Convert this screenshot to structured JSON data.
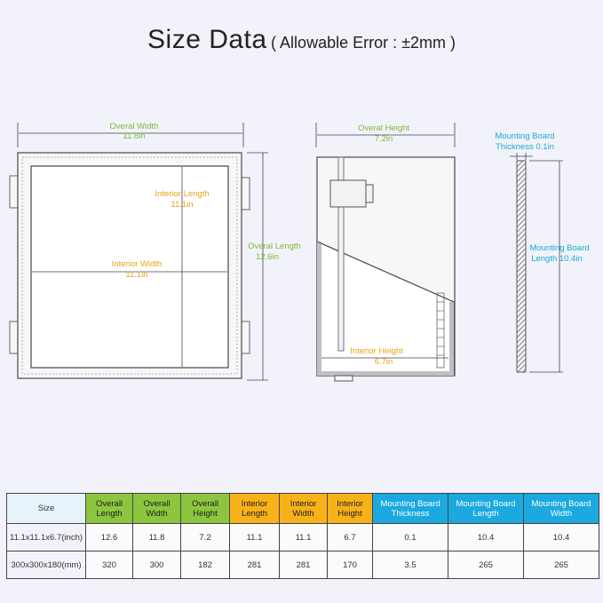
{
  "title": {
    "main": "Size Data",
    "sub": "( Allowable Error : ±2mm )"
  },
  "colors": {
    "overall": "#8cc63f",
    "interior": "#f7b21a",
    "mounting": "#1ba9df"
  },
  "diagram": {
    "front": {
      "overall_width_label": "Overal Width",
      "overall_width_value": "11.8in",
      "overall_length_label": "Overal Length",
      "overall_length_value": "12.6in",
      "interior_length_label": "Interior Length",
      "interior_length_value": "11.1in",
      "interior_width_label": "Interior Width",
      "interior_width_value": "11.1in"
    },
    "side": {
      "overall_height_label": "Overal Height",
      "overall_height_value": "7.2in",
      "interior_height_label": "Interior Height",
      "interior_height_value": "6.7in"
    },
    "board": {
      "thickness_label": "Mounting Board",
      "thickness_label2": "Thickness 0.1in",
      "length_label": "Mounting Board",
      "length_label2": "Length 10.4in"
    }
  },
  "table": {
    "size_header": "Size",
    "headers": [
      {
        "line1": "Overall",
        "line2": "Length",
        "group": "overall"
      },
      {
        "line1": "Overall",
        "line2": "Width",
        "group": "overall"
      },
      {
        "line1": "Overall",
        "line2": "Height",
        "group": "overall"
      },
      {
        "line1": "Interior",
        "line2": "Length",
        "group": "interior"
      },
      {
        "line1": "Interior",
        "line2": "Width",
        "group": "interior"
      },
      {
        "line1": "Interior",
        "line2": "Height",
        "group": "interior"
      },
      {
        "line1": "Mounting Board",
        "line2": "Thickness",
        "group": "mounting"
      },
      {
        "line1": "Mounting Board",
        "line2": "Length",
        "group": "mounting"
      },
      {
        "line1": "Mounting Board",
        "line2": "Width",
        "group": "mounting"
      }
    ],
    "rows": [
      {
        "label": "11.1x11.1x6.7(inch)",
        "values": [
          "12.6",
          "11.8",
          "7.2",
          "11.1",
          "11.1",
          "6.7",
          "0.1",
          "10.4",
          "10.4"
        ]
      },
      {
        "label": "300x300x180(mm)",
        "values": [
          "320",
          "300",
          "182",
          "281",
          "281",
          "170",
          "3.5",
          "265",
          "265"
        ]
      }
    ]
  }
}
